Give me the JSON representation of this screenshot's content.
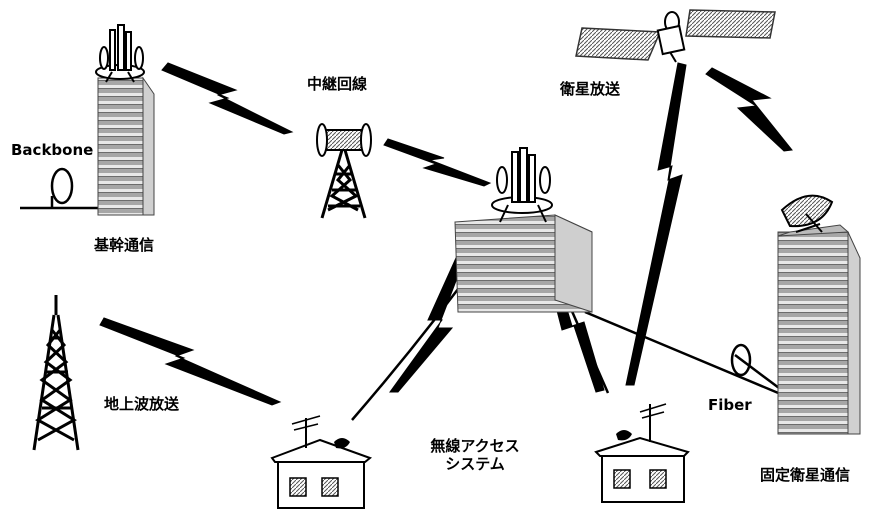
{
  "labels": {
    "backbone": "Backbone",
    "backbone_jp": "基幹通信",
    "relay": "中継回線",
    "satellite_broadcast": "衛星放送",
    "terrestrial_broadcast": "地上波放送",
    "wireless_access_line1": "無線アクセス",
    "wireless_access_line2": "システム",
    "fiber": "Fiber",
    "fixed_satellite": "固定衛星通信"
  },
  "icons": [
    "building-with-antennas-icon",
    "relay-tower-icon",
    "central-building-icon",
    "satellite-icon",
    "dish-building-icon",
    "broadcast-tower-icon",
    "house-icon",
    "fiber-coil-icon",
    "lightning-link-icon"
  ]
}
